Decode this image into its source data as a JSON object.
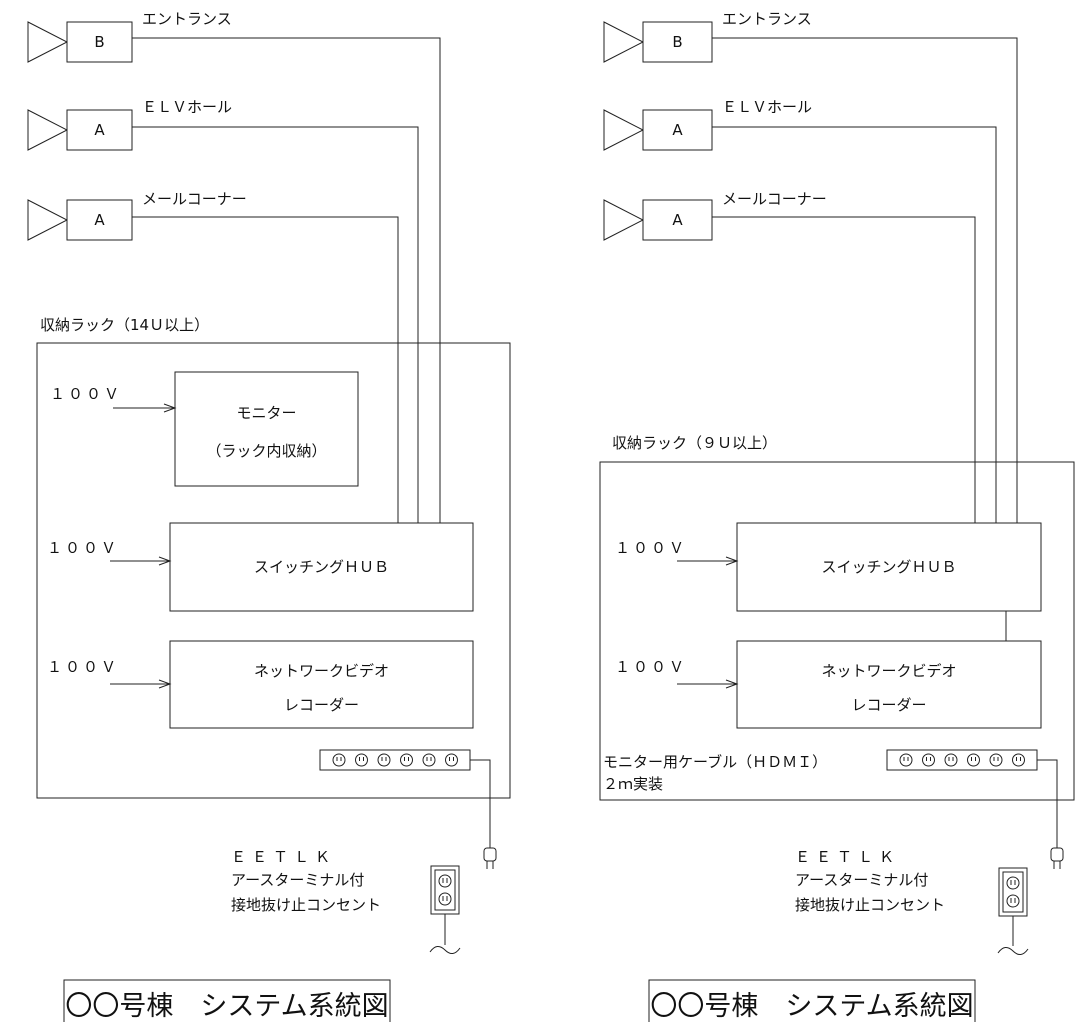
{
  "diagrams": [
    {
      "cameras": [
        {
          "letter": "B",
          "label": "エントランス"
        },
        {
          "letter": "A",
          "label": "ＥＬＶホール"
        },
        {
          "letter": "A",
          "label": "メールコーナー"
        }
      ],
      "rack_label": "収納ラック（14Ｕ以上）",
      "monitor": {
        "line1": "モニター",
        "line2": "（ラック内収納）"
      },
      "hub_label": "スイッチングＨＵＢ",
      "recorder": {
        "line1": "ネットワークビデオ",
        "line2": "レコーダー"
      },
      "power_label": "１００Ｖ",
      "outlet_lines": [
        "ＥＥＴＬＫ",
        "アースターミナル付",
        "接地抜け止コンセント"
      ],
      "title": "〇〇号棟　システム系統図"
    },
    {
      "cameras": [
        {
          "letter": "B",
          "label": "エントランス"
        },
        {
          "letter": "A",
          "label": "ＥＬＶホール"
        },
        {
          "letter": "A",
          "label": "メールコーナー"
        }
      ],
      "rack_label": "収納ラック（９Ｕ以上）",
      "hub_label": "スイッチングＨＵＢ",
      "recorder": {
        "line1": "ネットワークビデオ",
        "line2": "レコーダー"
      },
      "power_label": "１００Ｖ",
      "cable_note": {
        "line1": "モニター用ケーブル（ＨＤＭＩ）",
        "line2": "２ｍ実装"
      },
      "outlet_lines": [
        "ＥＥＴＬＫ",
        "アースターミナル付",
        "接地抜け止コンセント"
      ],
      "title": "〇〇号棟　システム系統図"
    }
  ],
  "icons": {
    "camera": "camera-icon",
    "power_strip": "power-strip-icon",
    "plug": "plug-icon",
    "wall_outlet": "wall-outlet-icon",
    "cable_wave": "cable-wave-icon"
  }
}
